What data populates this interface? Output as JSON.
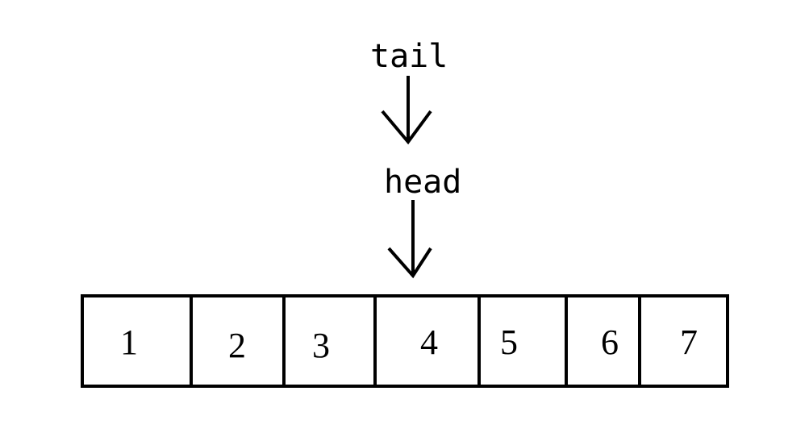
{
  "pointers": {
    "tail": {
      "label": "tail"
    },
    "head": {
      "label": "head"
    }
  },
  "array": {
    "cells": [
      "1",
      "2",
      "3",
      "4",
      "5",
      "6",
      "7"
    ]
  }
}
